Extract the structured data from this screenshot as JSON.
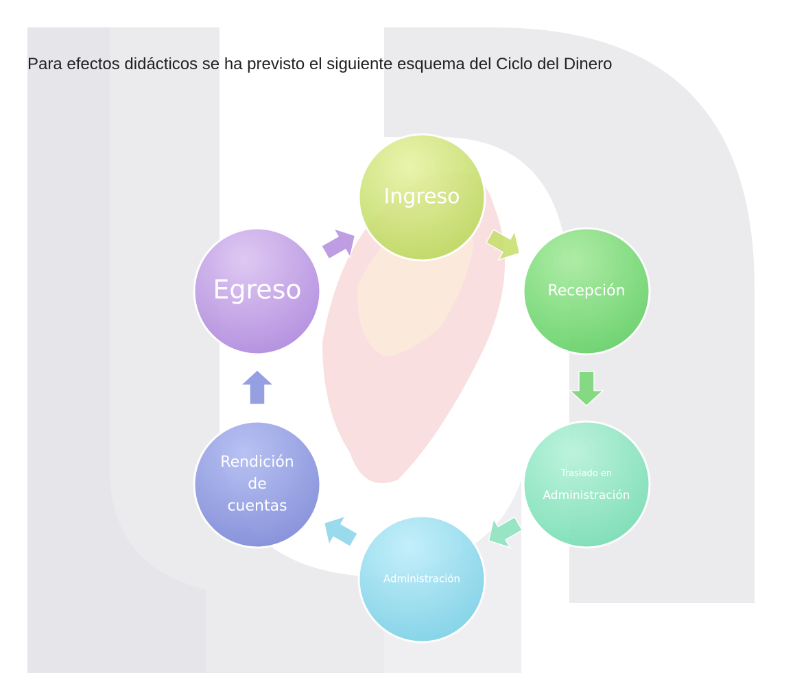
{
  "intro_text": "Para efectos didácticos se ha previsto el siguiente esquema del Ciclo del Dinero",
  "cycle": {
    "nodes": [
      {
        "id": "ingreso",
        "lines": [
          "Ingreso"
        ],
        "color_light": "#e8f3a6",
        "color_dark": "#b9d55a"
      },
      {
        "id": "recepcion",
        "lines": [
          "Recepción"
        ],
        "color_light": "#a9ec9f",
        "color_dark": "#5fcf63"
      },
      {
        "id": "traslado",
        "lines": [
          "Traslado en",
          "Administración"
        ],
        "color_light": "#b9f3dc",
        "color_dark": "#72dcb0"
      },
      {
        "id": "administracion",
        "lines": [
          "Administración"
        ],
        "color_light": "#bfeefa",
        "color_dark": "#78cfe6"
      },
      {
        "id": "rendicion",
        "lines": [
          "Rendición",
          "de",
          "cuentas"
        ],
        "color_light": "#b3bdf2",
        "color_dark": "#7a86d6"
      },
      {
        "id": "egreso",
        "lines": [
          "Egreso"
        ],
        "color_light": "#dcc4f2",
        "color_dark": "#ab84db"
      }
    ],
    "arrow_colors": [
      "#c8e070",
      "#79d877",
      "#8fe3c0",
      "#8fd6ea",
      "#8a96e0",
      "#b793df"
    ]
  }
}
